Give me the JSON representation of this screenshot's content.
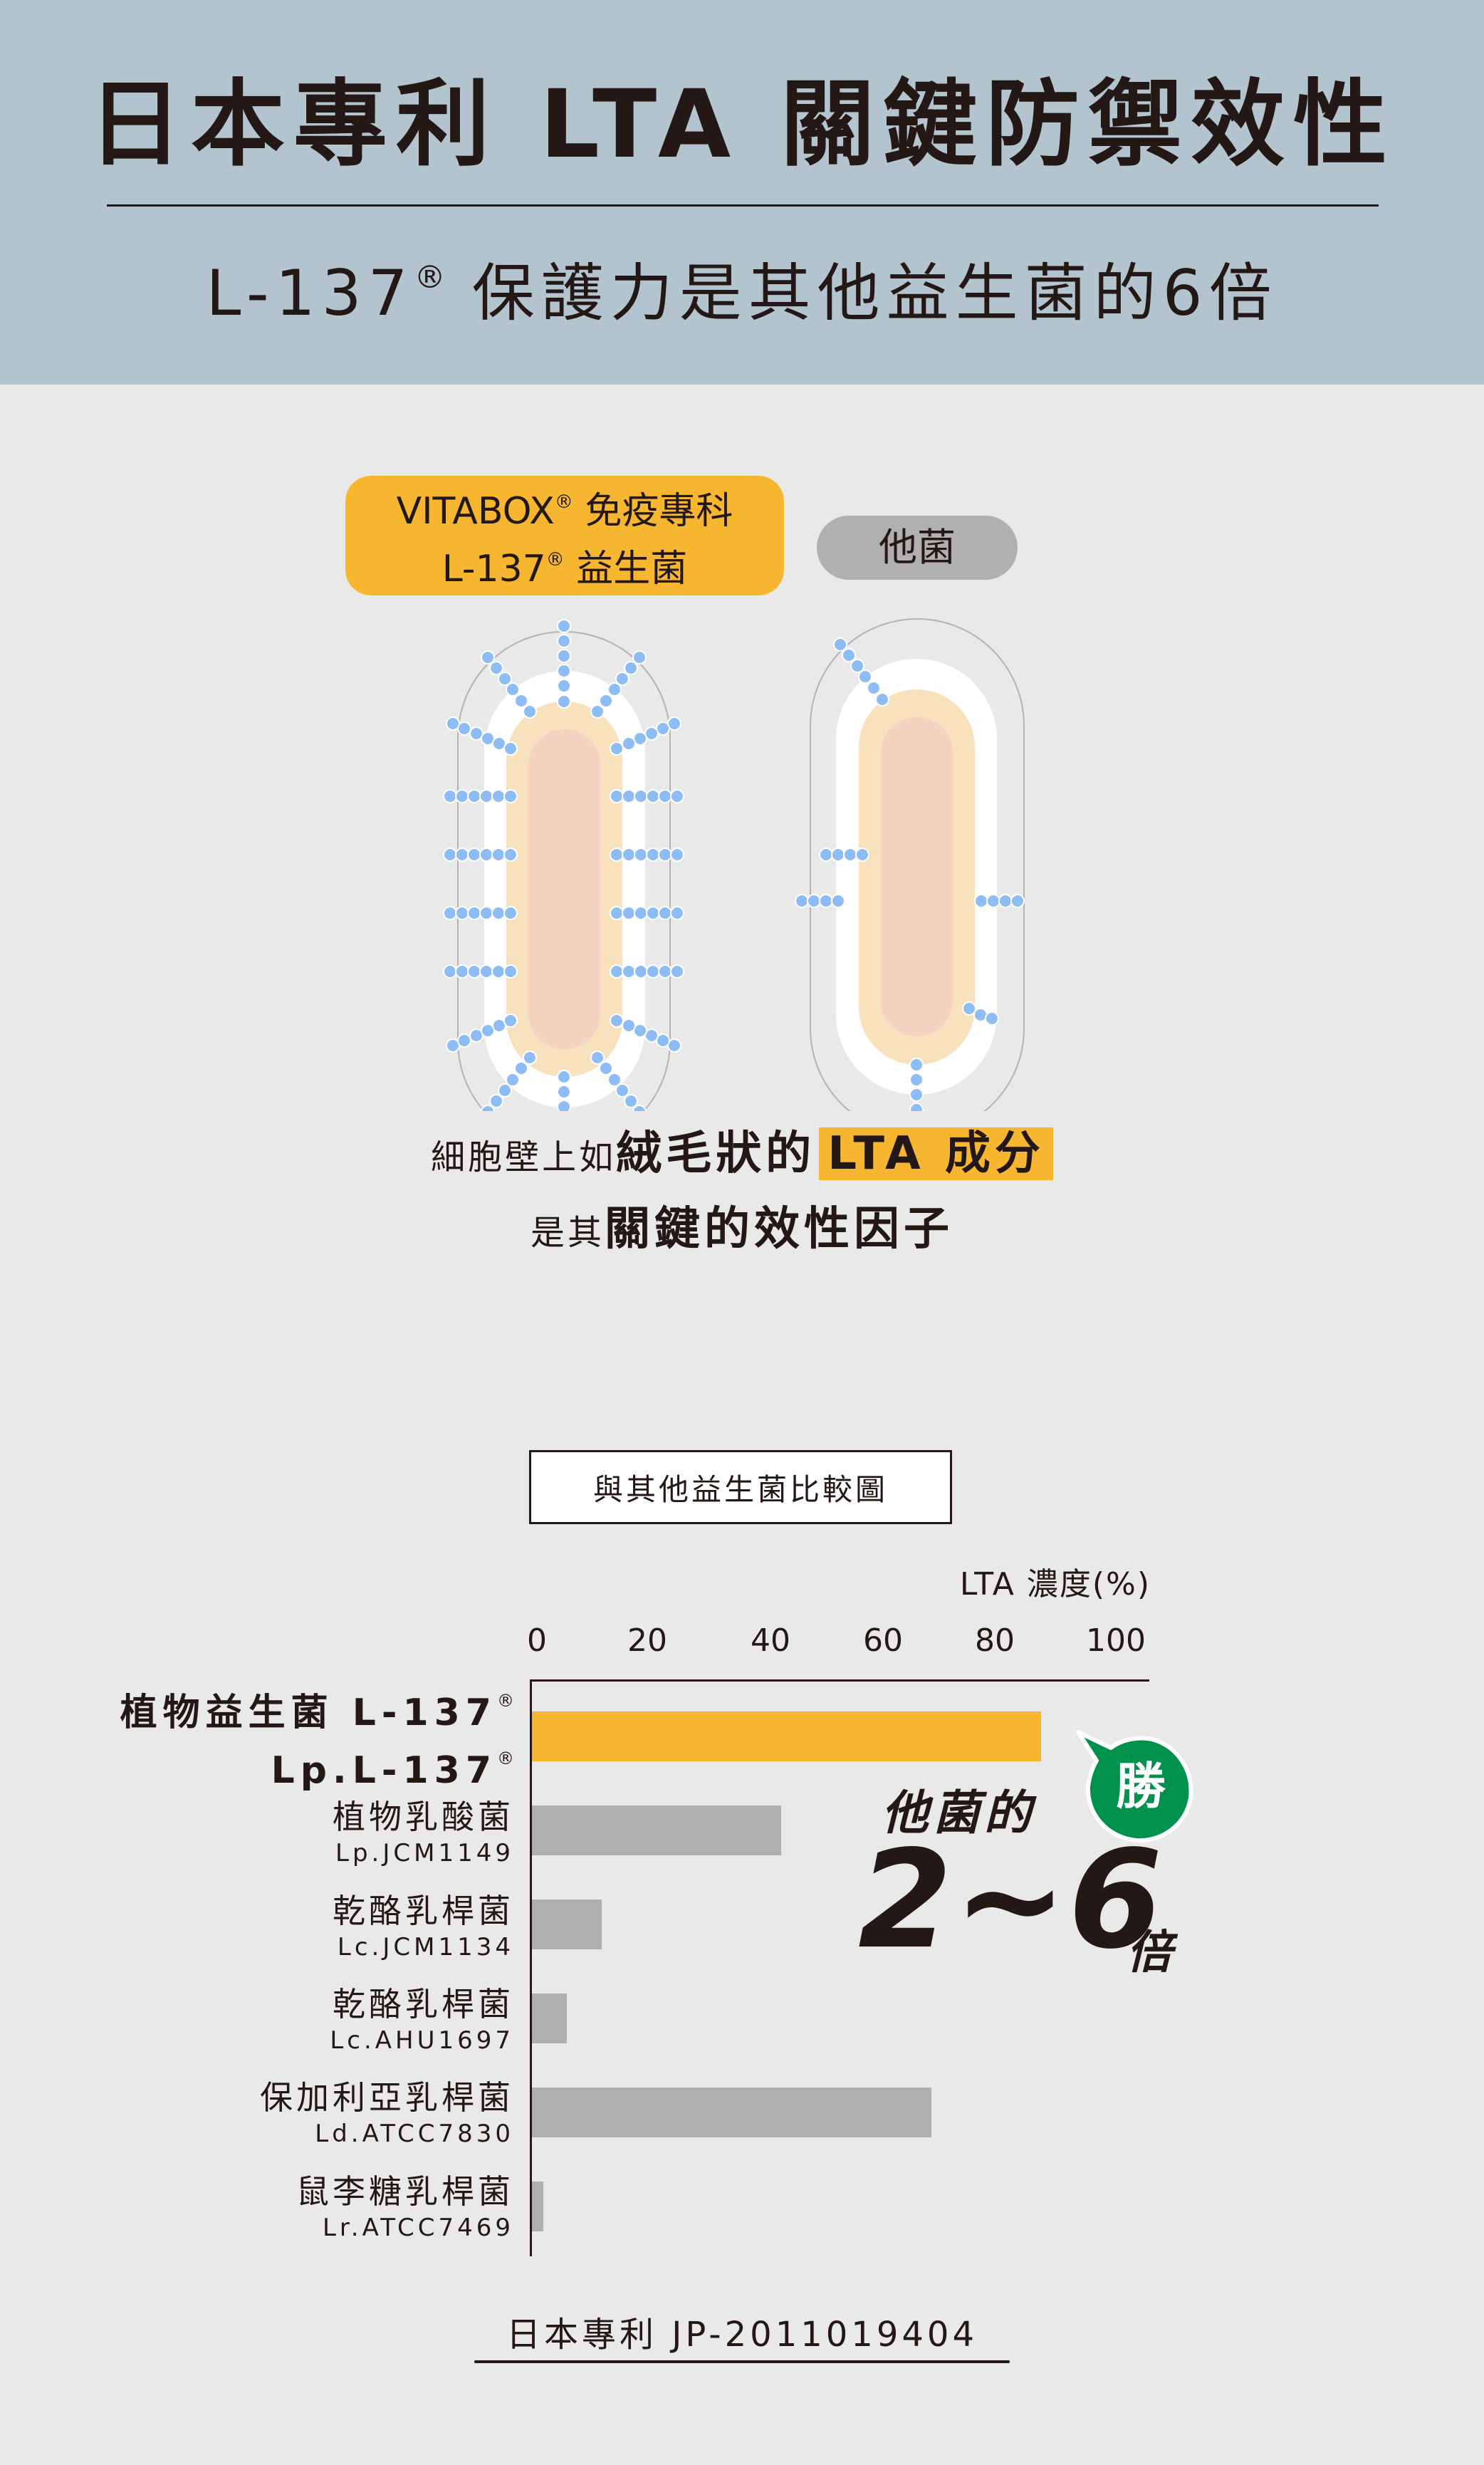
{
  "header": {
    "title": "日本專利 LTA 關鍵防禦效性",
    "subtitle_prefix": "L-137",
    "subtitle_reg": "®",
    "subtitle_suffix": " 保護力是其他益生菌的6倍",
    "background_color": "#b4c4cf"
  },
  "illustration": {
    "l137_pill": {
      "line1": "VITABOX",
      "line1_reg": "®",
      "line1_suffix": " 免疫專科",
      "line2": "L-137",
      "line2_reg": "®",
      "line2_suffix": " 益生菌",
      "color": "#f6b62f"
    },
    "other_pill": {
      "label": "他菌",
      "color": "#b0b0b0"
    },
    "colors": {
      "lta_dot": "#8ebdf6",
      "cell_wall": "#ffffff",
      "membrane": "#f8e2bd",
      "cytoplasm": "#f4d3c2",
      "outline": "#b3b3b3"
    }
  },
  "caption": {
    "line1_small": "細胞壁上如",
    "line1_large": "絨毛狀的",
    "line1_highlight": "LTA 成分",
    "line2_small": "是其",
    "line2_large": "關鍵的效性因子"
  },
  "chart_data": {
    "type": "bar",
    "orientation": "horizontal",
    "title": "與其他益生菌比較圖",
    "xlabel": "LTA 濃度(%)",
    "ylabel": "",
    "xlim": [
      0,
      100
    ],
    "x_ticks": [
      "0",
      "20",
      "40",
      "60",
      "80",
      "100"
    ],
    "grid": false,
    "legend": null,
    "categories": [
      {
        "name": "植物益生菌 L-137®",
        "code": "Lp.L-137®",
        "highlight": true
      },
      {
        "name": "植物乳酸菌",
        "code": "Lp.JCM1149",
        "highlight": false
      },
      {
        "name": "乾酪乳桿菌",
        "code": "Lc.JCM1134",
        "highlight": false
      },
      {
        "name": "乾酪乳桿菌",
        "code": "Lc.AHU1697",
        "highlight": false
      },
      {
        "name": "保加利亞乳桿菌",
        "code": "Ld.ATCC7830",
        "highlight": false
      },
      {
        "name": "鼠李糖乳桿菌",
        "code": "Lr.ATCC7469",
        "highlight": false
      }
    ],
    "values": [
      88,
      43,
      12,
      6,
      69,
      2
    ],
    "colors": {
      "highlight": "#f6b62f",
      "other": "#afafaf"
    },
    "annotations": [
      {
        "text": "他菌的"
      },
      {
        "text": "2~6倍"
      },
      {
        "text": "勝",
        "style": "green speech bubble",
        "color": "#00914c"
      }
    ]
  },
  "chart_labels": {
    "title": "與其他益生菌比較圖",
    "unit": "LTA 濃度(%)",
    "ticks": [
      "0",
      "20",
      "40",
      "60",
      "80",
      "100"
    ],
    "rows": [
      {
        "main": "植物益生菌 L-137",
        "reg": "®",
        "code": "Lp.L-137",
        "code_reg": "®"
      },
      {
        "main": "植物乳酸菌",
        "code": "Lp.JCM1149"
      },
      {
        "main": "乾酪乳桿菌",
        "code": "Lc.JCM1134"
      },
      {
        "main": "乾酪乳桿菌",
        "code": "Lc.AHU1697"
      },
      {
        "main": "保加利亞乳桿菌",
        "code": "Ld.ATCC7830"
      },
      {
        "main": "鼠李糖乳桿菌",
        "code": "Lr.ATCC7469"
      }
    ]
  },
  "callout": {
    "prefix": "他菌的",
    "range": "2~6",
    "suffix": "倍",
    "badge": "勝",
    "badge_color": "#00914c"
  },
  "footer": {
    "patent": "日本專利 JP-2011019404"
  }
}
